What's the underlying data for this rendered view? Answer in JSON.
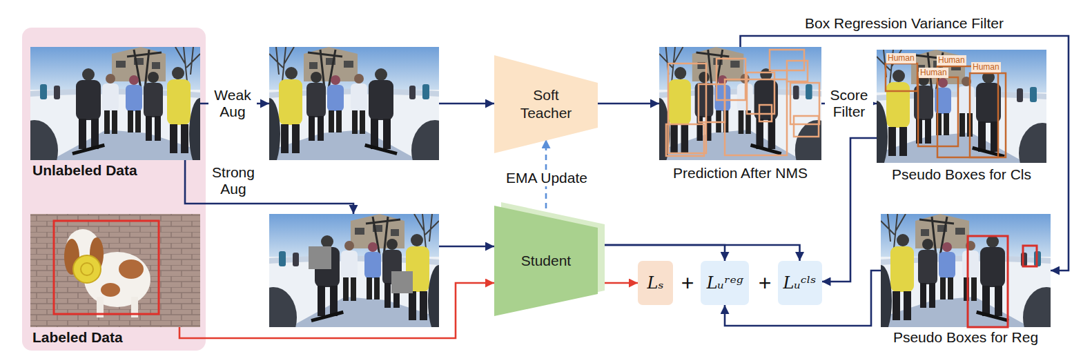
{
  "diagram": {
    "nodes": [
      {
        "text": [
          "Unlabeled Data"
        ]
      },
      {
        "text": [
          "Labeled Data"
        ]
      },
      {
        "text": [
          "Soft Teacher"
        ]
      },
      {
        "text": [
          "Student"
        ]
      },
      {
        "text": [
          "Prediction After NMS"
        ]
      },
      {
        "text": [
          "Pseudo Boxes for Cls"
        ]
      },
      {
        "text": [
          "Pseudo Boxes for Reg"
        ]
      },
      {
        "text": [
          "Lₛ"
        ]
      },
      {
        "text": [
          "Lᵤʳᵉᵍ"
        ]
      },
      {
        "text": [
          "Lᵤᶜˡˢ"
        ]
      }
    ],
    "edges": [
      {
        "from": 0,
        "to": 2,
        "label": "Weak Aug",
        "arrow": "to"
      },
      {
        "from": 0,
        "to": 3,
        "label": "Strong Aug",
        "arrow": "to"
      },
      {
        "from": 1,
        "to": 3,
        "arrow": "to"
      },
      {
        "from": 3,
        "to": 2,
        "label": "EMA Update",
        "arrow": "to"
      },
      {
        "from": 2,
        "to": 4,
        "arrow": "to"
      },
      {
        "from": 4,
        "to": 5,
        "label": "Score Filter",
        "arrow": "to"
      },
      {
        "from": 4,
        "to": 6,
        "label": "Box Regression Variance Filter",
        "arrow": "to"
      },
      {
        "from": 5,
        "to": 9,
        "arrow": "to"
      },
      {
        "from": 6,
        "to": 8,
        "arrow": "to"
      },
      {
        "from": 3,
        "to": 7,
        "arrow": "to"
      },
      {
        "from": 3,
        "to": 8,
        "arrow": "to"
      },
      {
        "from": 3,
        "to": 9,
        "arrow": "to"
      }
    ],
    "labels": [
      "Human",
      "Human",
      "Human",
      "Human",
      "+",
      "+"
    ]
  }
}
